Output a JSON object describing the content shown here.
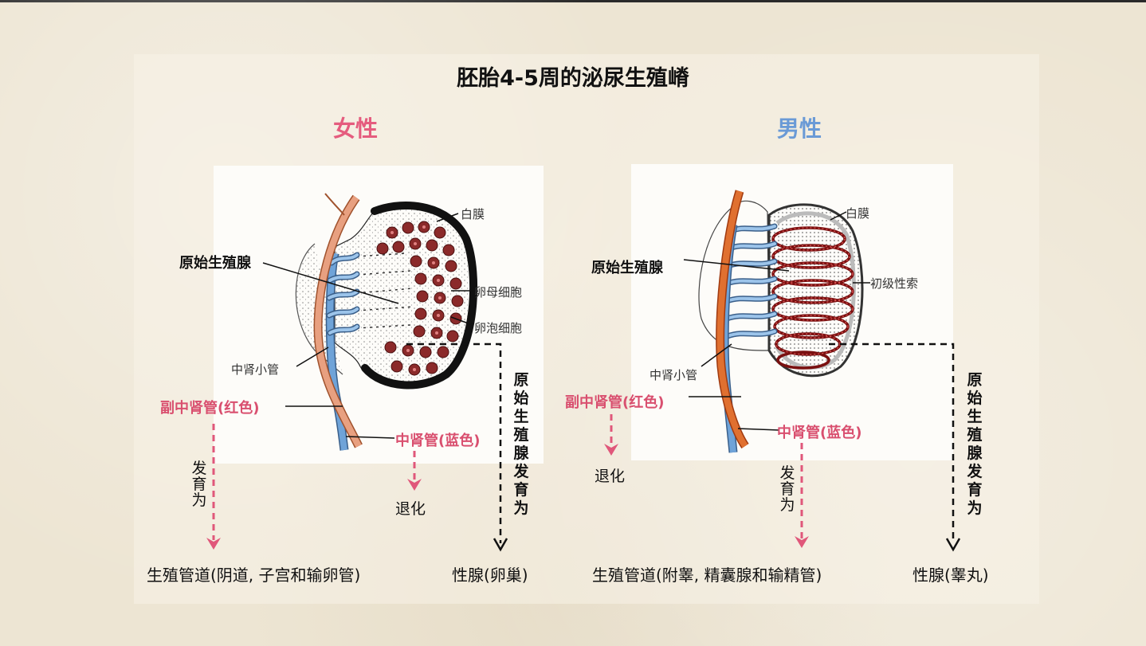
{
  "title": "胚胎4-5周的泌尿生殖嵴",
  "female": {
    "heading": "女性",
    "labels": {
      "primordial_gonad": "原始生殖腺",
      "tunica_albuginea": "白膜",
      "oogonia": "卵母细胞",
      "follicular_cells": "卵泡细胞",
      "mesonephric_tubules": "中肾小管",
      "paramesonephric_duct": "副中肾管(红色)",
      "mesonephric_duct": "中肾管(蓝色)",
      "develops_into_v": "发育为",
      "degenerates": "退化",
      "gonad_develops_v": "原始生殖腺发育为",
      "duct_outcome": "生殖管道(阴道, 子宫和输卵管)",
      "gonad_outcome": "性腺(卵巢)"
    }
  },
  "male": {
    "heading": "男性",
    "labels": {
      "primordial_gonad": "原始生殖腺",
      "tunica_albuginea": "白膜",
      "primary_sex_cords": "初级性索",
      "mesonephric_tubules": "中肾小管",
      "paramesonephric_duct": "副中肾管(红色)",
      "mesonephric_duct": "中肾管(蓝色)",
      "degenerates": "退化",
      "develops_into_v": "发育为",
      "gonad_develops_v": "原始生殖腺发育为",
      "duct_outcome": "生殖管道(附睾, 精囊腺和输精管)",
      "gonad_outcome": "性腺(睾丸)"
    }
  },
  "colors": {
    "female_heading": "#e55c7e",
    "male_heading": "#6a9ad6",
    "paramesonephric_label": "#d94f6f",
    "arrow_pink": "#e0577a",
    "mesonephric_blue": "#6fa3d8",
    "paramesonephric_female": "#e8a080",
    "paramesonephric_male": "#e07030",
    "cords_red": "#9b1c1c"
  }
}
